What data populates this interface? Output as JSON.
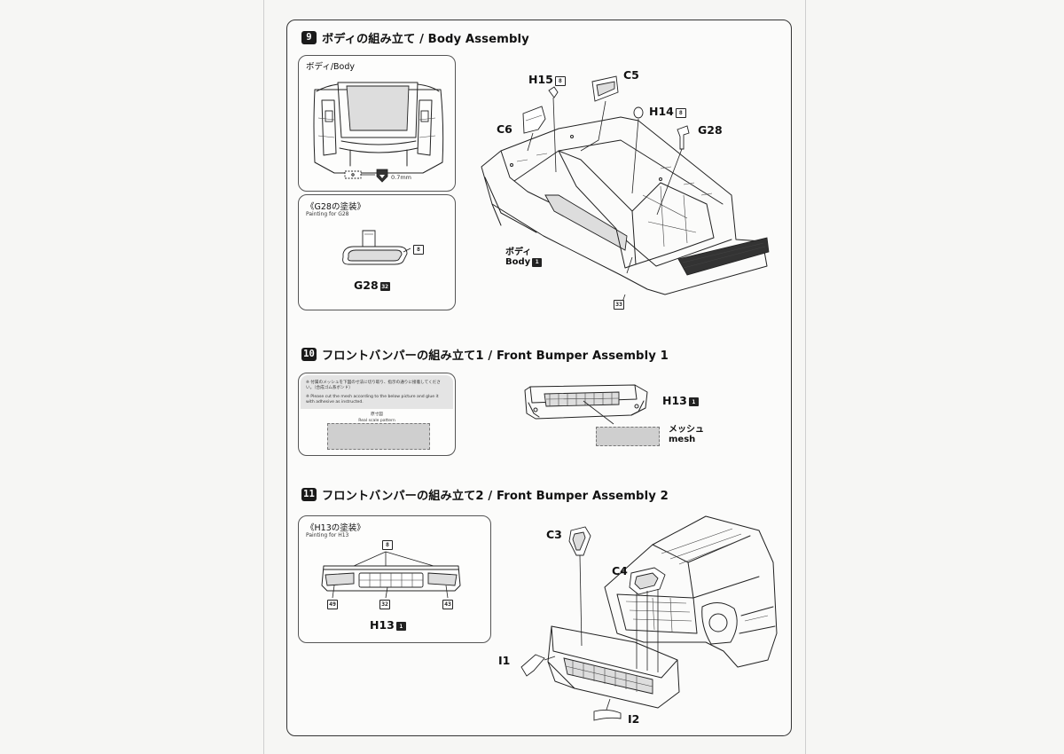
{
  "step9": {
    "number": "9",
    "title": "ボディの組み立て / Body Assembly",
    "body_panel": {
      "title": "ボディ/Body",
      "drill_size": "0.7mm"
    },
    "g28_panel": {
      "title": "《G28の塗装》",
      "subtitle": "Painting for G28",
      "color_code": "8",
      "part_label": "G28",
      "part_badge": "32"
    },
    "parts": {
      "h15": "H15",
      "h15_badge": "8",
      "c5": "C5",
      "h14": "H14",
      "h14_badge": "8",
      "c6": "C6",
      "g28": "G28",
      "body_jp": "ボディ",
      "body_en": "Body",
      "body_badge": "1",
      "color_33": "33"
    }
  },
  "step10": {
    "number": "10",
    "title": "フロントバンパーの組み立て1 / Front Bumper Assembly 1",
    "note_jp": "※ 付属のメッシュを下図の寸法に切り取り、指示の通りに接着してください。（合成ゴム系ボンド）",
    "note_en": "※ Please cut the mesh according to the below picture and glue it with adhesive as instructed.",
    "scale_jp": "原寸図",
    "scale_en": "Real scale pattern",
    "part": "H13",
    "part_badge": "1",
    "mesh_jp": "メッシュ",
    "mesh_en": "mesh"
  },
  "step11": {
    "number": "11",
    "title": "フロントバンパーの組み立て2 / Front Bumper Assembly 2",
    "h13_panel": {
      "title": "《H13の塗装》",
      "subtitle": "Painting for H13",
      "color_top": "8",
      "color_left": "49",
      "color_center": "32",
      "color_right": "43",
      "part": "H13",
      "part_badge": "1"
    },
    "parts": {
      "c3": "C3",
      "c4": "C4",
      "i1": "I1",
      "i2": "I2"
    }
  }
}
